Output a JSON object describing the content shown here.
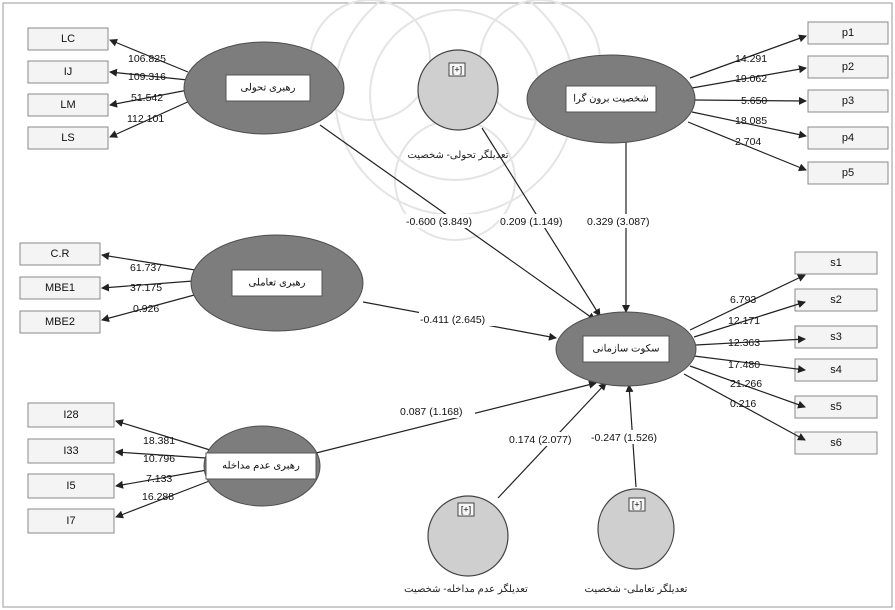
{
  "indicators": {
    "transformational": [
      "LC",
      "IJ",
      "LM",
      "LS"
    ],
    "extraverted": [
      "p1",
      "p2",
      "p3",
      "p4",
      "p5"
    ],
    "transactional": [
      "C.R",
      "MBE1",
      "MBE2"
    ],
    "silence": [
      "s1",
      "s2",
      "s3",
      "s4",
      "s5",
      "s6"
    ],
    "laissez_faire": [
      "I28",
      "I33",
      "I5",
      "I7"
    ]
  },
  "loadings": {
    "transformational": [
      "106.825",
      "109.316",
      "51.542",
      "112.101"
    ],
    "extraverted": [
      "14.291",
      "19.062",
      "5.650",
      "18.085",
      "2.704"
    ],
    "transactional": [
      "61.737",
      "37.175",
      "0.926"
    ],
    "silence": [
      "6.793",
      "12.171",
      "12.363",
      "17.480",
      "21.266",
      "0.216"
    ],
    "laissez_faire": [
      "18.381",
      "10.796",
      "7.133",
      "16.288"
    ]
  },
  "constructs": {
    "transformational": "رهبری تحولی",
    "extraverted": "شخصیت برون گرا",
    "transactional": "رهبری تعاملی",
    "silence": "سکوت سازمانی",
    "laissez_faire": "رهبری عدم مداخله"
  },
  "moderators": {
    "tag": "[+]",
    "top": "تعدیلگر تحولی- شخصیت",
    "bottom_left": "تعدیلگر عدم مداخله- شخصیت",
    "bottom_right": "تعدیلگر تعاملی- شخصیت"
  },
  "paths": {
    "transformational": "-0.600 (3.849)",
    "moderator_top": "0.209 (1.149)",
    "extraverted": "0.329 (3.087)",
    "transactional": "-0.411 (2.645)",
    "laissez_faire": "0.087 (1.168)",
    "moderator_bottom_left": "0.174 (2.077)",
    "moderator_bottom_right": "-0.247 (1.526)"
  },
  "colors": {
    "construct_fill": "#7d7d7d",
    "moderator_fill": "#cfcfcf",
    "indicator_fill": "#f4f4f4"
  }
}
